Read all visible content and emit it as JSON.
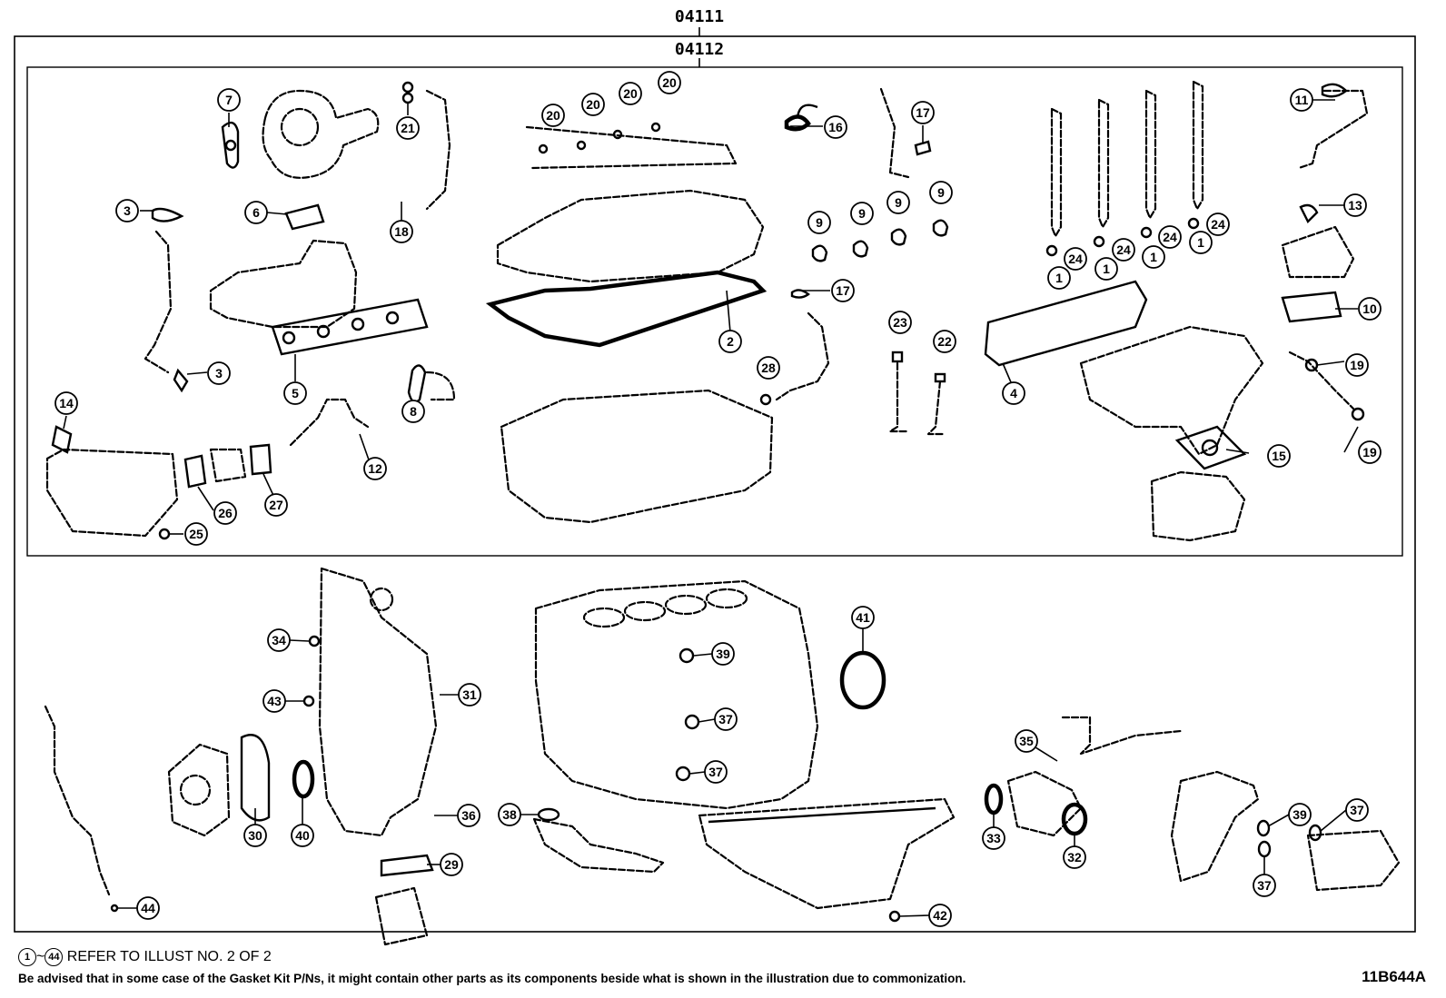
{
  "headers": {
    "outer_kit": "04111",
    "inner_kit": "04112"
  },
  "callouts": [
    {
      "id": "7"
    },
    {
      "id": "21"
    },
    {
      "id": "20"
    },
    {
      "id": "20"
    },
    {
      "id": "20"
    },
    {
      "id": "20"
    },
    {
      "id": "20"
    },
    {
      "id": "16"
    },
    {
      "id": "17"
    },
    {
      "id": "11"
    },
    {
      "id": "3"
    },
    {
      "id": "6"
    },
    {
      "id": "18"
    },
    {
      "id": "9"
    },
    {
      "id": "9"
    },
    {
      "id": "9"
    },
    {
      "id": "9"
    },
    {
      "id": "13"
    },
    {
      "id": "24"
    },
    {
      "id": "24"
    },
    {
      "id": "24"
    },
    {
      "id": "24"
    },
    {
      "id": "1"
    },
    {
      "id": "1"
    },
    {
      "id": "1"
    },
    {
      "id": "1"
    },
    {
      "id": "17"
    },
    {
      "id": "10"
    },
    {
      "id": "2"
    },
    {
      "id": "23"
    },
    {
      "id": "22"
    },
    {
      "id": "3"
    },
    {
      "id": "5"
    },
    {
      "id": "8"
    },
    {
      "id": "28"
    },
    {
      "id": "4"
    },
    {
      "id": "19"
    },
    {
      "id": "19"
    },
    {
      "id": "14"
    },
    {
      "id": "12"
    },
    {
      "id": "15"
    },
    {
      "id": "26"
    },
    {
      "id": "27"
    },
    {
      "id": "25"
    },
    {
      "id": "34"
    },
    {
      "id": "41"
    },
    {
      "id": "39"
    },
    {
      "id": "43"
    },
    {
      "id": "31"
    },
    {
      "id": "37"
    },
    {
      "id": "35"
    },
    {
      "id": "37"
    },
    {
      "id": "36"
    },
    {
      "id": "38"
    },
    {
      "id": "30"
    },
    {
      "id": "40"
    },
    {
      "id": "33"
    },
    {
      "id": "32"
    },
    {
      "id": "39"
    },
    {
      "id": "37"
    },
    {
      "id": "37"
    },
    {
      "id": "29"
    },
    {
      "id": "42"
    },
    {
      "id": "44"
    }
  ],
  "footer": {
    "ref_start": "1",
    "tilde": "~",
    "ref_end": "44",
    "ref_note": "REFER TO ILLUST NO. 2 OF 2",
    "advisory": "Be advised that in some case of the Gasket Kit P/Ns,  it might contain other parts as its components beside what is shown in the illustration due to commonization.",
    "illustration_code": "11B644A"
  }
}
